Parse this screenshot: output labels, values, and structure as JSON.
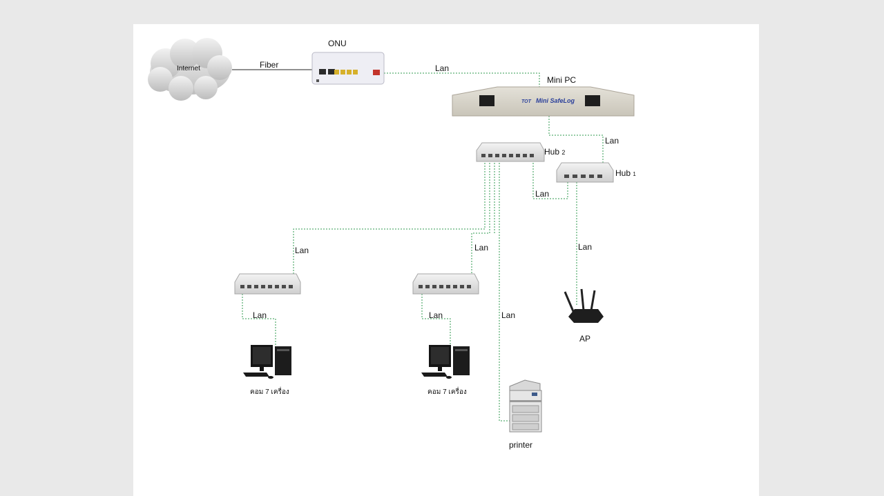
{
  "diagram": {
    "nodes": {
      "internet": "Internet",
      "onu": "ONU",
      "mini_pc": "Mini PC",
      "mini_pc_brand": "Mini SafeLog",
      "hub2_name": "Hub",
      "hub2_num": "2",
      "hub1_name": "Hub",
      "hub1_num": "1",
      "ap": "AP",
      "printer": "printer",
      "pc_left": "คอม 7 เครื่อง",
      "pc_right": "คอม 7 เครื่อง"
    },
    "links": {
      "fiber": "Fiber",
      "lan_onu_minipc": "Lan",
      "lan_minipc_hub1": "Lan",
      "lan_hub1_hub2": "Lan",
      "lan_hub1_ap": "Lan",
      "lan_hub2_leftswitch": "Lan",
      "lan_hub2_midswitch": "Lan",
      "lan_hub2_printer": "Lan",
      "lan_leftswitch_pc": "Lan",
      "lan_midswitch_pc": "Lan"
    }
  },
  "colors": {
    "lan_line": "#2e9a4e",
    "fiber_line": "#222222",
    "background": "#e9e9e9",
    "sheet": "#ffffff"
  }
}
